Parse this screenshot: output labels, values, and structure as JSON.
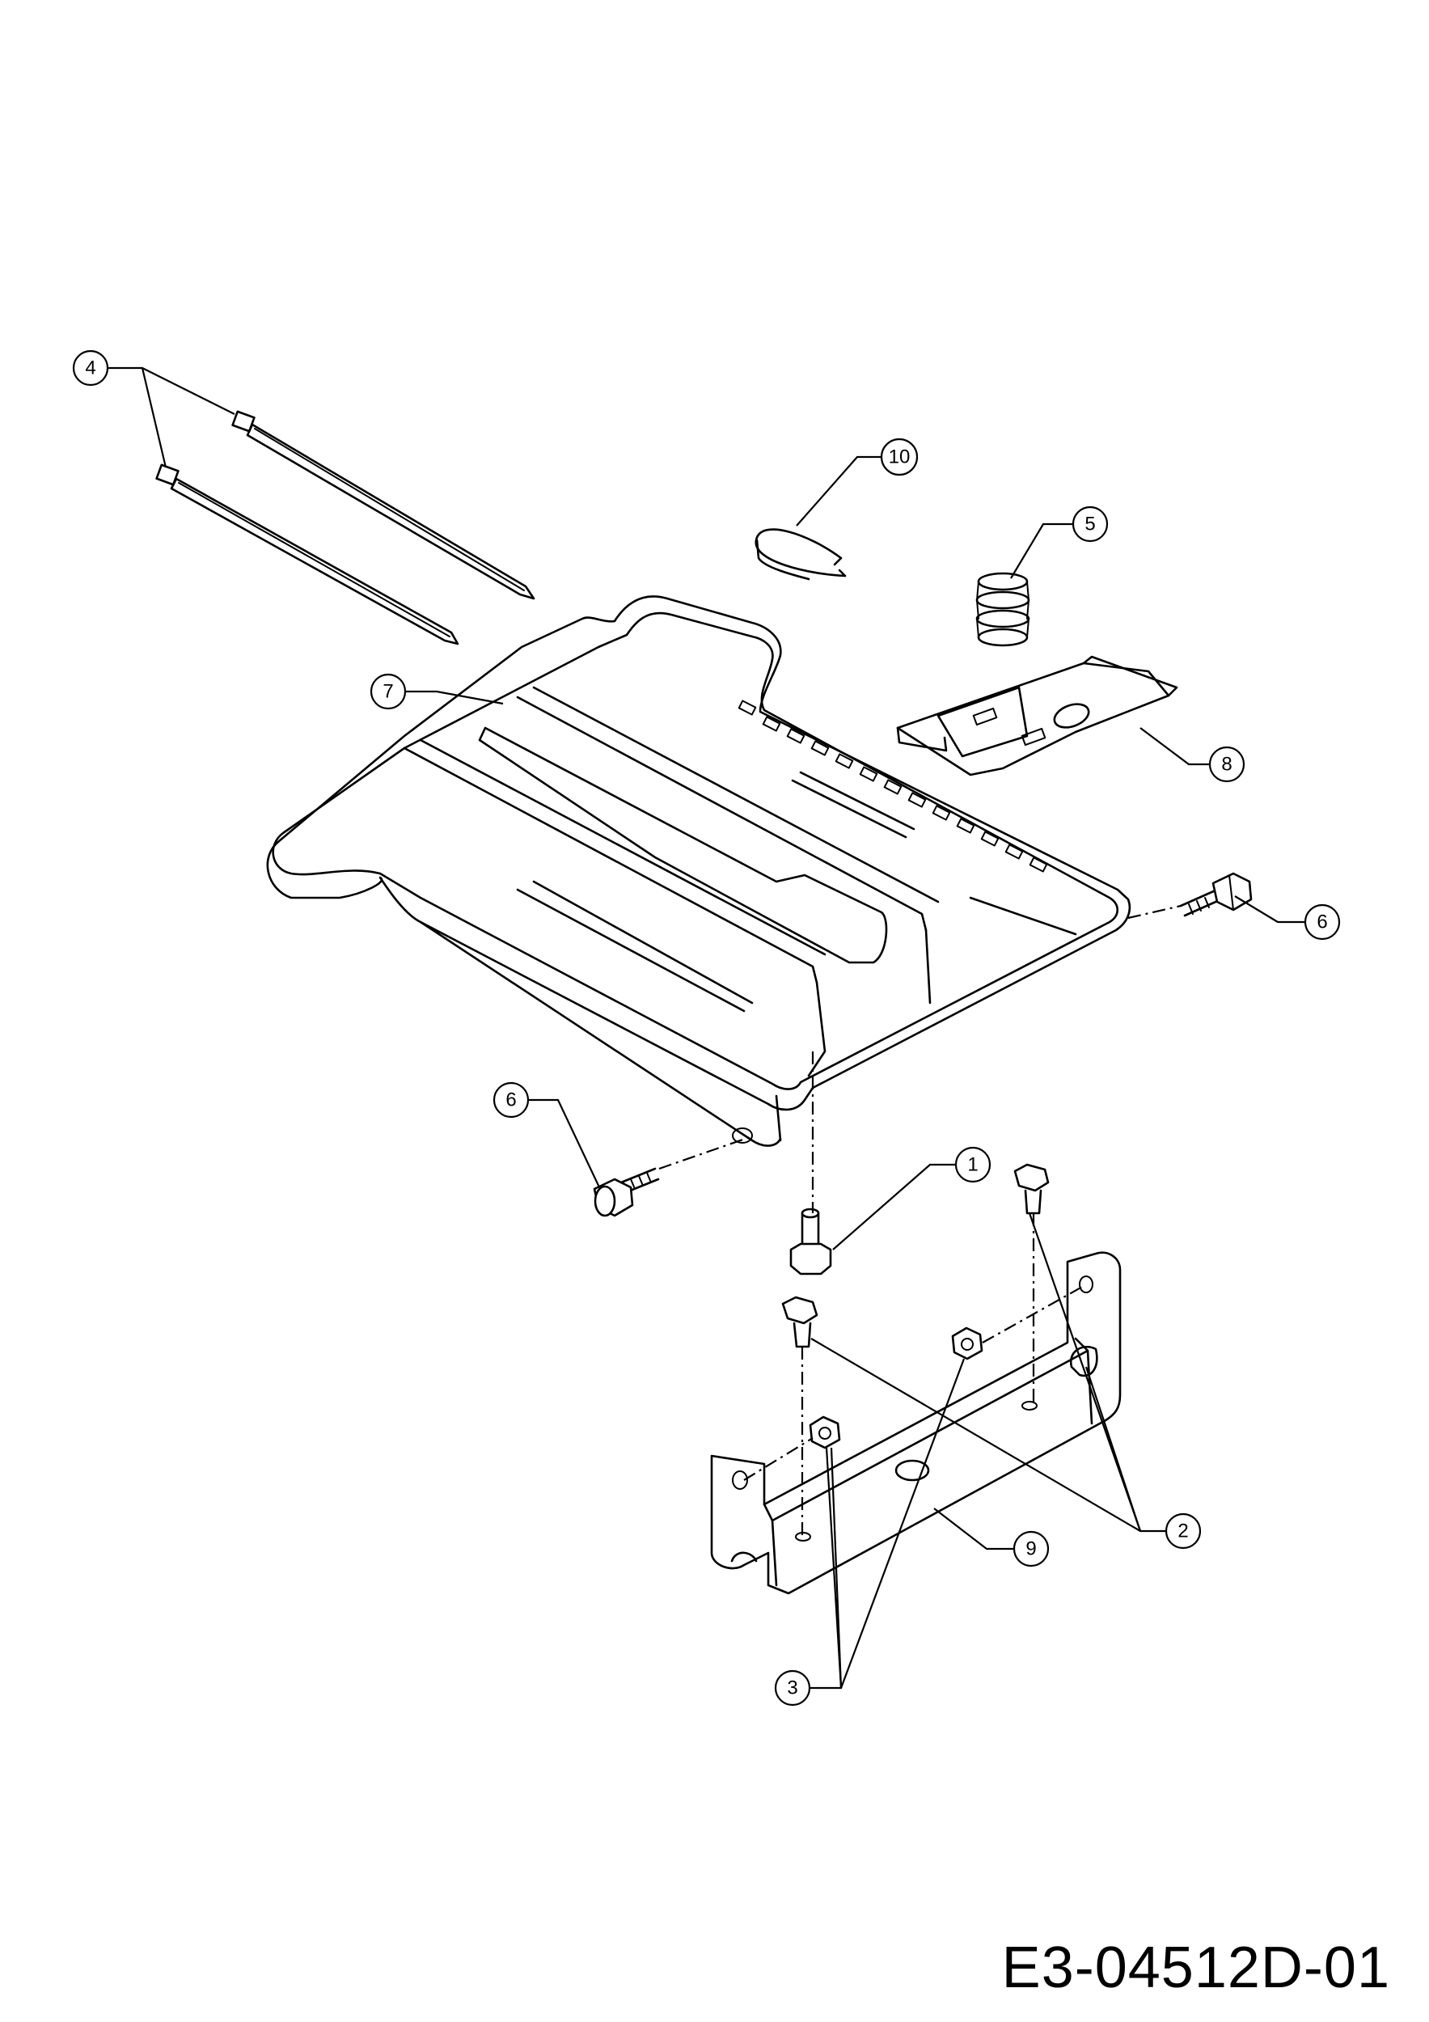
{
  "diagram": {
    "code": "E3-04512D-01",
    "callouts": [
      {
        "id": "1",
        "label": "1"
      },
      {
        "id": "2",
        "label": "2"
      },
      {
        "id": "3",
        "label": "3"
      },
      {
        "id": "4",
        "label": "4"
      },
      {
        "id": "5",
        "label": "5"
      },
      {
        "id": "6a",
        "label": "6"
      },
      {
        "id": "6b",
        "label": "6"
      },
      {
        "id": "7",
        "label": "7"
      },
      {
        "id": "8",
        "label": "8"
      },
      {
        "id": "9",
        "label": "9"
      },
      {
        "id": "10",
        "label": "10"
      }
    ]
  }
}
